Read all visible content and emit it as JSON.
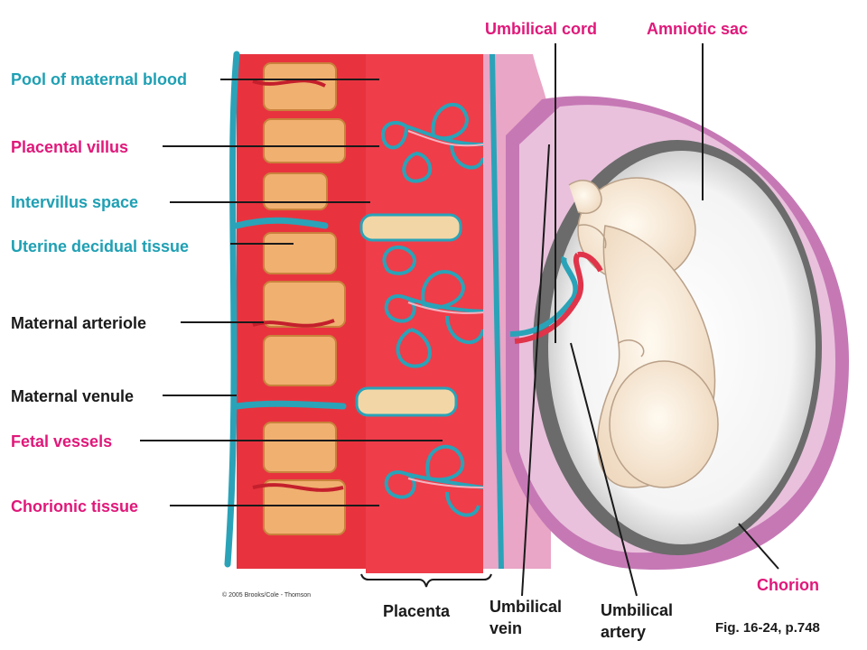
{
  "labels": {
    "umbilical_cord": "Umbilical cord",
    "amniotic_sac": "Amniotic sac",
    "pool_maternal_blood": "Pool of maternal blood",
    "placental_villus": "Placental villus",
    "intervillus_space": "Intervillus space",
    "uterine_decidual_tissue": "Uterine decidual tissue",
    "maternal_arteriole": "Maternal arteriole",
    "maternal_venule": "Maternal venule",
    "fetal_vessels": "Fetal vessels",
    "chorionic_tissue": "Chorionic tissue",
    "chorion": "Chorion",
    "placenta": "Placenta",
    "umbilical_vein": "Umbilical\nvein",
    "umbilical_artery": "Umbilical\nartery"
  },
  "caption": "Fig. 16-24, p.748",
  "copyright": "© 2005 Brooks/Cole - Thomson",
  "colors": {
    "pink_label": "#e0187a",
    "teal_label": "#1fa0b4",
    "black_label": "#1a1a1a",
    "maternal_blood": "#e8333f",
    "decidual_tissue": "#f0b070",
    "vein_blue": "#2aa3b8",
    "chorion_purple": "#9a3f8c",
    "amnion_gray": "#8a8a8a",
    "fetus_skin": "#f7ead8"
  }
}
